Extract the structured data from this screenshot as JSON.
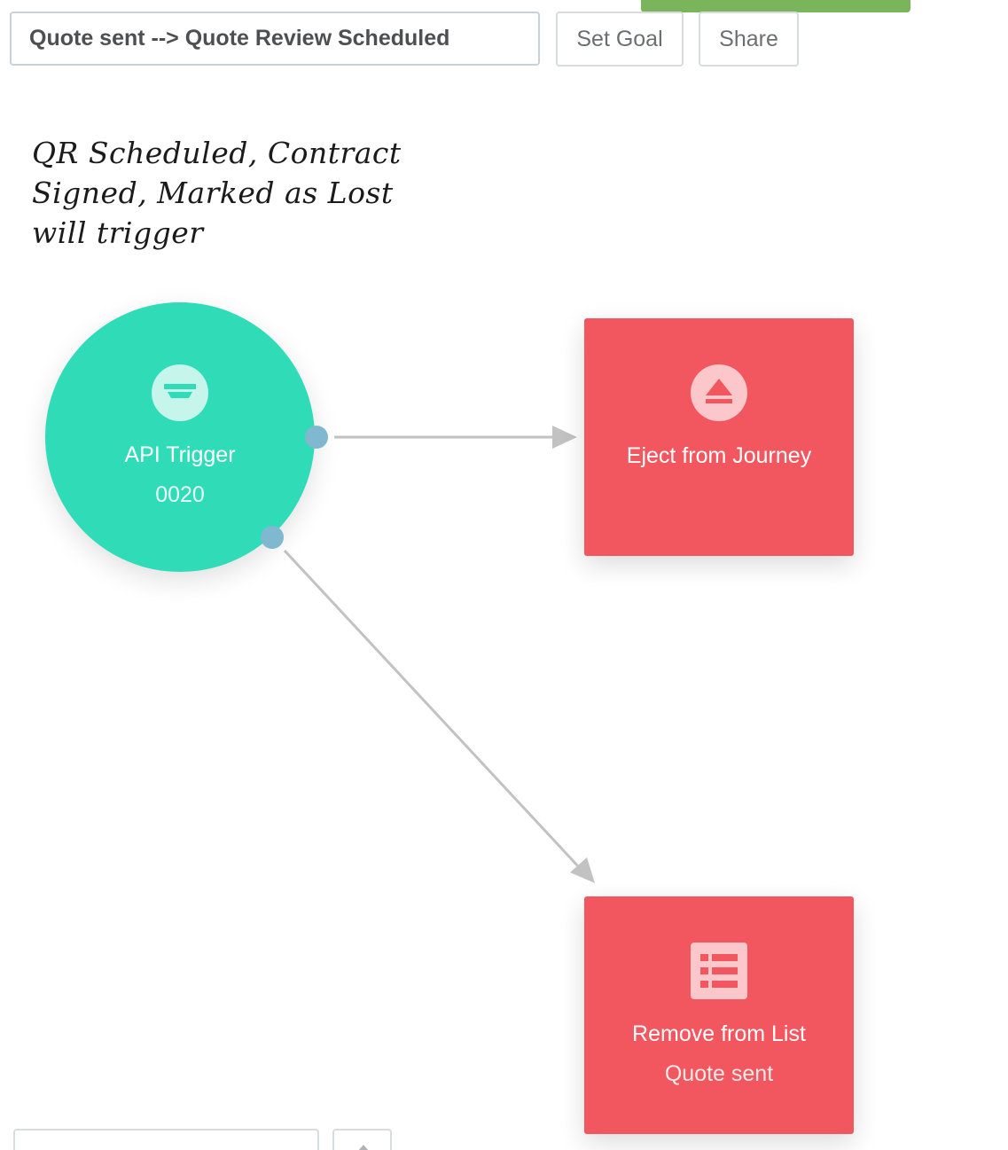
{
  "toolbar": {
    "journey_name": "Quote sent --> Quote Review Scheduled",
    "set_goal_label": "Set Goal",
    "share_label": "Share"
  },
  "note": {
    "text": "QR Scheduled, Contract Signed, Marked as Lost will trigger"
  },
  "nodes": {
    "trigger": {
      "title": "API Trigger",
      "subtitle": "0020",
      "icon": "filter-icon",
      "color": "#30dcb8"
    },
    "eject": {
      "title": "Eject from Journey",
      "icon": "eject-icon",
      "color": "#f2575f"
    },
    "remove": {
      "title": "Remove from List",
      "subtitle": "Quote sent",
      "icon": "list-icon",
      "color": "#f2575f"
    }
  },
  "colors": {
    "connector": "#c2c2c2",
    "port": "#80b8d0",
    "primary_button": "#7ab55c"
  }
}
